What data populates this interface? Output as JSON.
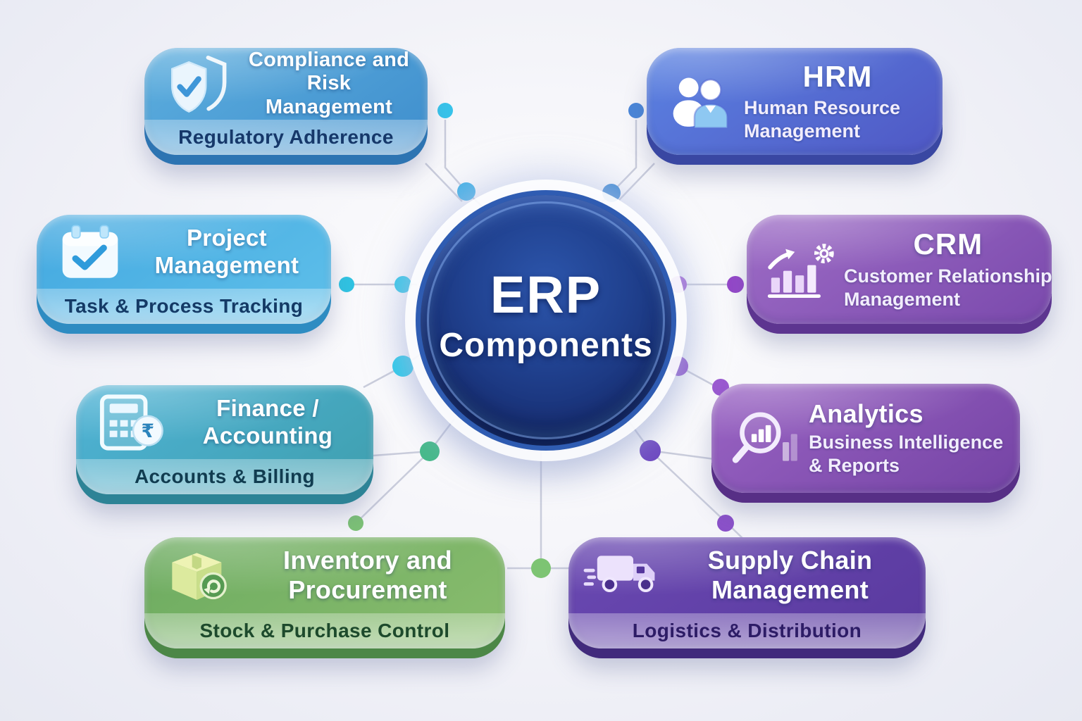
{
  "hub": {
    "title_line1": "ERP",
    "title_line2": "Components",
    "fill_center": "#24479c",
    "fill_edge": "#142a66",
    "rim_color": "#2f5cb2",
    "text_color": "#ffffff"
  },
  "connectors": {
    "line_color": "#c7cada",
    "dot_colors": [
      "#38c3ea",
      "#41b0e6",
      "#4a86d8",
      "#418cd4",
      "#30c3e2",
      "#2bc7e8",
      "#a35fd4",
      "#9448c9",
      "#22cbeb",
      "#9050cd",
      "#9a5ad0",
      "#48ba8c",
      "#7cc176",
      "#6f49c2",
      "#7dc473",
      "#8b51c9"
    ]
  },
  "cards": [
    {
      "id": "compliance-risk",
      "title": "Compliance and\nRisk Management",
      "tagline": "Regulatory Adherence",
      "icon": "shield-check-icon",
      "color_top": "#5caede",
      "color_bottom": "#3f8ecd",
      "edge_color": "#2d74b2",
      "tagline_text_color": "#16386a"
    },
    {
      "id": "hrm",
      "title": "HRM",
      "subtitle": "Human Resource\nManagement",
      "icon": "people-icon",
      "color_top": "#5b83e2",
      "color_bottom": "#4f57c4",
      "edge_color": "#3947a2"
    },
    {
      "id": "project-management",
      "title": "Project\nManagement",
      "tagline": "Task & Process Tracking",
      "icon": "calendar-check-icon",
      "color_top": "#43a8e0",
      "color_bottom": "#5fc0ea",
      "edge_color": "#2e8cc2",
      "tagline_text_color": "#143a66"
    },
    {
      "id": "crm",
      "title": "CRM",
      "subtitle": "Customer Relationship\nManagement",
      "icon": "growth-chart-gear-icon",
      "color_top": "#9d6cc6",
      "color_bottom": "#7a49ac",
      "edge_color": "#5d3590"
    },
    {
      "id": "finance-accounting",
      "title": "Finance /\nAccounting",
      "tagline": "Accounts & Billing",
      "icon": "calculator-rupee-icon",
      "color_top": "#4fb3d6",
      "color_bottom": "#3f9fae",
      "edge_color": "#2d8396",
      "tagline_text_color": "#113c50"
    },
    {
      "id": "analytics",
      "title": "Analytics",
      "subtitle": "Business Intelligence\n& Reports",
      "icon": "magnifier-chart-icon",
      "color_top": "#9a64c4",
      "color_bottom": "#7443a4",
      "edge_color": "#572f86"
    },
    {
      "id": "inventory-procurement",
      "title": "Inventory and\nProcurement",
      "tagline": "Stock & Purchase Control",
      "icon": "box-sync-icon",
      "color_top": "#6cab60",
      "color_bottom": "#8abd6e",
      "edge_color": "#4c8747",
      "tagline_text_color": "#1d4a2c"
    },
    {
      "id": "supply-chain",
      "title": "Supply Chain\nManagement",
      "tagline": "Logistics & Distribution",
      "icon": "delivery-truck-icon",
      "color_top": "#6a49b2",
      "color_bottom": "#59399e",
      "edge_color": "#412a7c",
      "tagline_text_color": "#2d1c66"
    }
  ]
}
